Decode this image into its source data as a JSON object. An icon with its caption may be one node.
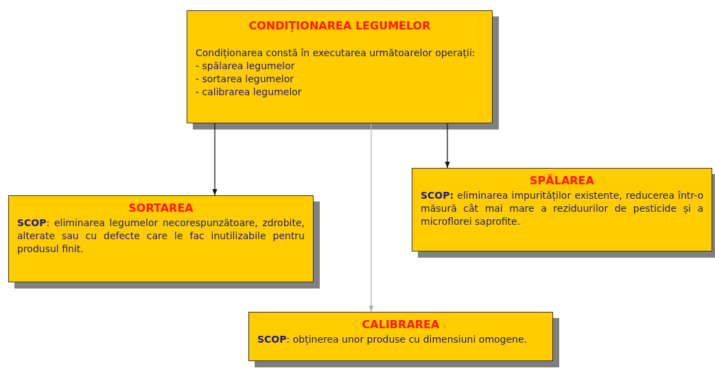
{
  "diagram": {
    "nodes": [
      {
        "text": [
          "CONDIȚIONAREA LEGUMELOR",
          "Condiționarea constă în executarea următoarelor operații:",
          "- spălarea legumelor",
          "- sortarea legumelor",
          "- calibrarea legumelor"
        ]
      },
      {
        "text": [
          "SPĂLAREA",
          "**SCOP:** eliminarea impurităților existente, reducerea într-o măsură cât mai mare a reziduurilor de pesticide și a microflorei saprofite."
        ]
      },
      {
        "text": [
          "SORTAREA",
          "**SCOP**: eliminarea legumelor necorespunzătoare, zdrobite, alterate sau cu defecte care le fac inutilizabile pentru produsul finit."
        ]
      },
      {
        "text": [
          "CALIBRAREA",
          "**SCOP**: obținerea unor produse cu dimensiuni omogene."
        ]
      }
    ],
    "edges": [
      {
        "from": 0,
        "to": 2,
        "arrow": "to"
      },
      {
        "from": 0,
        "to": 3,
        "arrow": "to",
        "color": "#b4b4b4"
      },
      {
        "from": 0,
        "to": 1,
        "arrow": "to"
      }
    ]
  }
}
